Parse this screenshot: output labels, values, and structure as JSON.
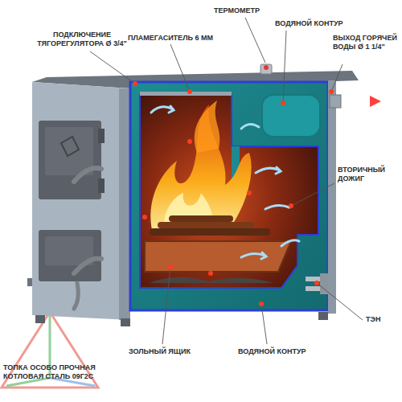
{
  "diagram": {
    "labels": [
      "ПОДКЛЮЧЕНИЕ ТЯГОРЕГУЛЯТОРА Ø 3/4\"",
      "ПЛАМЕГАСИТЕЛЬ 6 ММ",
      "ТЕРМОМЕТР",
      "ВОДЯНОЙ КОНТУР",
      "ВЫХОД ГОРЯЧЕЙ ВОДЫ Ø 1 1/4\"",
      "ВТОРИЧНЫЙ ДОЖИГ",
      "ТЭН",
      "ЗОЛЬНЫЙ ЯЩИК",
      "ВОДЯНОЙ КОНТУР",
      "ТОПКА ОСОБО ПРОЧНАЯ КОТЛОВАЯ СТАЛЬ 09Г2С"
    ]
  }
}
